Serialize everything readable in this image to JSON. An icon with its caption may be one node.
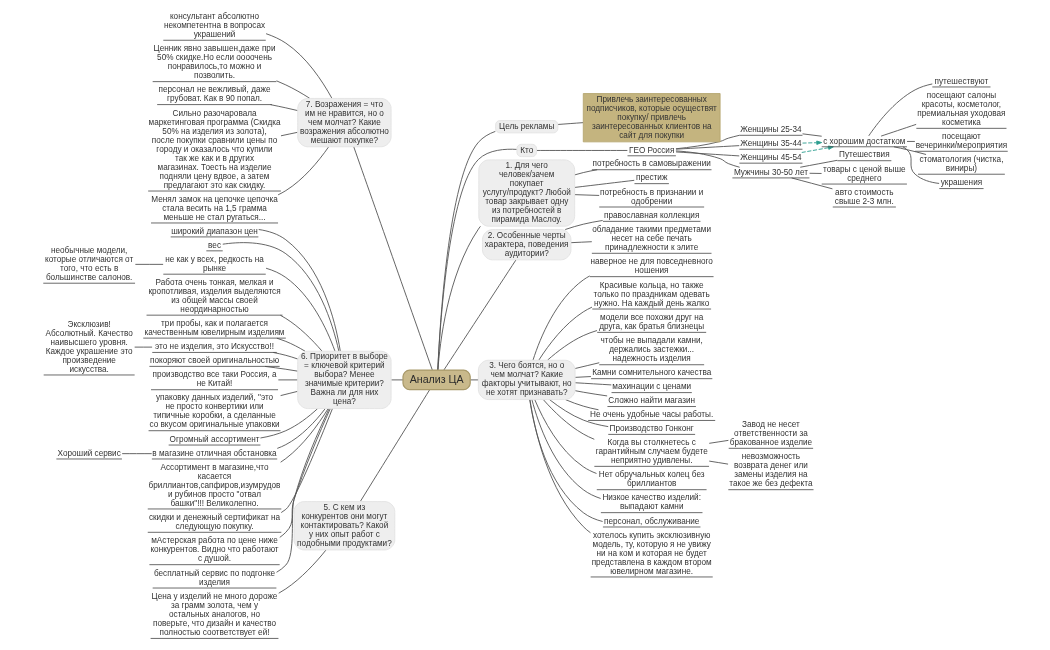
{
  "diagram": {
    "nodes": [
      {
        "text": [
          "Анализ ЦА"
        ]
      },
      {
        "text": [
          "Цель рекламы"
        ]
      },
      {
        "text": [
          "Привлечь заинтересованных подписчиков, которые осуществят покупку/ привлечь заинтересованных клиентов на сайт для покупки"
        ]
      },
      {
        "text": [
          "Кто"
        ]
      },
      {
        "text": [
          "ГЕО Россия"
        ]
      },
      {
        "text": [
          "Женщины 25-34"
        ]
      },
      {
        "text": [
          "с хорошим достатком"
        ]
      },
      {
        "text": [
          "путешествуют"
        ]
      },
      {
        "text": [
          "посещают салоны красоты, косметолог, премиальная уходовая косметика"
        ]
      },
      {
        "text": [
          "посещают вечеринки/мероприятия"
        ]
      },
      {
        "text": [
          "стоматология (чистка, виниры)"
        ]
      },
      {
        "text": [
          "украшения"
        ]
      },
      {
        "text": [
          "Женщины 35-44"
        ]
      },
      {
        "text": [
          "Женщины 45-54"
        ]
      },
      {
        "text": [
          "Мужчины 30-50 лет"
        ]
      },
      {
        "text": [
          "Путешествия"
        ]
      },
      {
        "text": [
          "товары с ценой выше среднего"
        ]
      },
      {
        "text": [
          "авто стоимость свыше 2-3 млн."
        ]
      },
      {
        "text": [
          "1. Для чего человек/зачем покупает услугу/продукт? Любой товар закрывает одну из потребностей в пирамида Маслоу."
        ]
      },
      {
        "text": [
          "потребность в самовыражении"
        ]
      },
      {
        "text": [
          "престиж"
        ]
      },
      {
        "text": [
          "потребность в признании и одобрении"
        ]
      },
      {
        "text": [
          "2. Особенные черты характера, поведения аудитории?"
        ]
      },
      {
        "text": [
          "православная коллекция"
        ]
      },
      {
        "text": [
          "обладание такими предметами несет на себе печать принадлежности к элите"
        ]
      },
      {
        "text": [
          "3. Чего боятся, но о чем молчат? Какие факторы учитывают, но не хотят признавать?"
        ]
      },
      {
        "text": [
          "наверное не для повседневного ношения"
        ]
      },
      {
        "text": [
          "Красивые кольца, но также только по праздникам одевать нужно. На каждый день жалко"
        ]
      },
      {
        "text": [
          "модели все похожи друг на друга, как братья близнецы"
        ]
      },
      {
        "text": [
          "чтобы не выпадали камни, держались застежки... надежность изделия"
        ]
      },
      {
        "text": [
          "Камни сомнительного качества"
        ]
      },
      {
        "text": [
          "махинации с ценами"
        ]
      },
      {
        "text": [
          "Сложно найти магазин"
        ]
      },
      {
        "text": [
          "Не очень удобные часы работы."
        ]
      },
      {
        "text": [
          "Производство Гонконг"
        ]
      },
      {
        "text": [
          "Когда вы столкнетесь с гарантийным случаем будете неприятно удивлены."
        ]
      },
      {
        "text": [
          "Завод не несет ответственности за бракованное изделие"
        ]
      },
      {
        "text": [
          "невозможность возврата денег или замены изделия на такое же без дефекта"
        ]
      },
      {
        "text": [
          "Нет обручальных колец без бриллиантов"
        ]
      },
      {
        "text": [
          "Низкое качество изделий: выпадают камни"
        ]
      },
      {
        "text": [
          "персонал, обслуживание"
        ]
      },
      {
        "text": [
          "хотелось купить эксклюзивную модель, ту, которую я не увижу ни на ком и которая не будет представлена в каждом втором ювелирном магазине."
        ]
      },
      {
        "text": [
          "7. Возражения = что им не нравится, но о чем молчат? Какие возражения абсолютно мешают покупке?"
        ]
      },
      {
        "text": [
          "консультант абсолютно некомпетентна в вопросах украшений"
        ]
      },
      {
        "text": [
          "Ценник явно завышен,даже при 50% скидке.Но если оооочень понравилось,то можно и позволить."
        ]
      },
      {
        "text": [
          "персонал не вежливый, даже грубоват. Как в 90 попал."
        ]
      },
      {
        "text": [
          "Сильно разочаровала маркетинговая программа (Скидка 50% на изделия из золота), после покупки сравнили цены по городу и оказалось что купили так же как и в других магазинах. Тоесть на изделие подняли цену вдвое, а затем предлагают это как скидку."
        ]
      },
      {
        "text": [
          "Менял замок на цепочке цепочка стала весить на 1,5 грамма меньше не стал ругаться..."
        ]
      },
      {
        "text": [
          "6. Приоритет в выборе = ключевой критерий выбора? Менее значимые критерии? Важна ли для них цена?"
        ]
      },
      {
        "text": [
          "широкий диапазон цен"
        ]
      },
      {
        "text": [
          "вес"
        ]
      },
      {
        "text": [
          "не как у всех, редкость на рынке"
        ]
      },
      {
        "text": [
          "необычные модели, которые отличаются от того, что есть в большинстве салонов."
        ]
      },
      {
        "text": [
          "Работа очень тонкая, мелкая и кропотливая, изделия выделяются из общей массы своей неординарностью"
        ]
      },
      {
        "text": [
          "три пробы, как и полагается качественным ювелирным изделиям"
        ]
      },
      {
        "text": [
          "это не изделия, это Искусство!!"
        ]
      },
      {
        "text": [
          "Эксклюзив! Абсолютный. Качество наивысшего уровня. Каждое украшение это произведение искусства."
        ]
      },
      {
        "text": [
          "покоряют своей оригинальностью"
        ]
      },
      {
        "text": [
          "производство все таки Россия, а не Китай!"
        ]
      },
      {
        "text": [
          "упаковку данных изделий, \"это не просто конвертики или типичные коробки, а сделанные со вкусом оригинальные упаковки"
        ]
      },
      {
        "text": [
          "Огромный ассортимент"
        ]
      },
      {
        "text": [
          "в магазине отличная обстановка"
        ]
      },
      {
        "text": [
          "Хороший сервис"
        ]
      },
      {
        "text": [
          "Ассортимент в магазине,что касается бриллиантов,сапфиров,изумрудов и рубинов просто \"отвал башки\"!!! Великолепно."
        ]
      },
      {
        "text": [
          "скидки и денежный сертификат на следующую покупку."
        ]
      },
      {
        "text": [
          "мАстерская работа по цене ниже конкурентов. Видно что работают с душой."
        ]
      },
      {
        "text": [
          "бесплатный сервис по подгонке изделия"
        ]
      },
      {
        "text": [
          "5. С кем из конкурентов они могут контактировать? Какой у них опыт работ с подобными продуктами?"
        ]
      },
      {
        "text": [
          "Цена у изделий не много дороже за грамм золота, чем у остальных аналогов, но поверьте, что дизайн и качество полностью соответствует ей!"
        ]
      }
    ],
    "edges": [
      {
        "from": 0,
        "to": 1,
        "arrow": "none"
      },
      {
        "from": 1,
        "to": 2,
        "arrow": "none"
      },
      {
        "from": 0,
        "to": 3,
        "arrow": "none"
      },
      {
        "from": 3,
        "to": 4,
        "arrow": "none"
      },
      {
        "from": 4,
        "to": 5,
        "arrow": "none"
      },
      {
        "from": 5,
        "to": 6,
        "arrow": "none"
      },
      {
        "from": 6,
        "to": 7,
        "arrow": "none"
      },
      {
        "from": 6,
        "to": 8,
        "arrow": "none"
      },
      {
        "from": 6,
        "to": 9,
        "arrow": "none"
      },
      {
        "from": 6,
        "to": 10,
        "arrow": "none"
      },
      {
        "from": 6,
        "to": 11,
        "arrow": "none"
      },
      {
        "from": 4,
        "to": 12,
        "arrow": "none"
      },
      {
        "from": 4,
        "to": 13,
        "arrow": "none"
      },
      {
        "from": 4,
        "to": 14,
        "arrow": "none"
      },
      {
        "from": 14,
        "to": 15,
        "arrow": "none"
      },
      {
        "from": 14,
        "to": 16,
        "arrow": "none"
      },
      {
        "from": 14,
        "to": 17,
        "arrow": "none"
      },
      {
        "from": 12,
        "to": 6,
        "arrow": "to",
        "style": "dashed",
        "color": "#2a9d8f"
      },
      {
        "from": 13,
        "to": 6,
        "arrow": "to",
        "style": "dashed",
        "color": "#2a9d8f"
      },
      {
        "from": 0,
        "to": 18,
        "arrow": "none"
      },
      {
        "from": 18,
        "to": 19,
        "arrow": "none"
      },
      {
        "from": 18,
        "to": 20,
        "arrow": "none"
      },
      {
        "from": 18,
        "to": 21,
        "arrow": "none"
      },
      {
        "from": 0,
        "to": 22,
        "arrow": "none"
      },
      {
        "from": 22,
        "to": 23,
        "arrow": "none"
      },
      {
        "from": 22,
        "to": 24,
        "arrow": "none"
      },
      {
        "from": 0,
        "to": 25,
        "arrow": "none"
      },
      {
        "from": 25,
        "to": 26,
        "arrow": "none"
      },
      {
        "from": 25,
        "to": 27,
        "arrow": "none"
      },
      {
        "from": 25,
        "to": 28,
        "arrow": "none"
      },
      {
        "from": 25,
        "to": 29,
        "arrow": "none"
      },
      {
        "from": 25,
        "to": 30,
        "arrow": "none"
      },
      {
        "from": 25,
        "to": 31,
        "arrow": "none"
      },
      {
        "from": 25,
        "to": 32,
        "arrow": "none"
      },
      {
        "from": 25,
        "to": 33,
        "arrow": "none"
      },
      {
        "from": 25,
        "to": 34,
        "arrow": "none"
      },
      {
        "from": 25,
        "to": 35,
        "arrow": "none"
      },
      {
        "from": 35,
        "to": 36,
        "arrow": "none"
      },
      {
        "from": 35,
        "to": 37,
        "arrow": "none"
      },
      {
        "from": 25,
        "to": 38,
        "arrow": "none"
      },
      {
        "from": 25,
        "to": 39,
        "arrow": "none"
      },
      {
        "from": 25,
        "to": 40,
        "arrow": "none"
      },
      {
        "from": 25,
        "to": 41,
        "arrow": "none"
      },
      {
        "from": 42,
        "to": 0,
        "arrow": "none"
      },
      {
        "from": 43,
        "to": 42,
        "arrow": "none"
      },
      {
        "from": 44,
        "to": 42,
        "arrow": "none"
      },
      {
        "from": 45,
        "to": 42,
        "arrow": "none"
      },
      {
        "from": 46,
        "to": 42,
        "arrow": "none"
      },
      {
        "from": 47,
        "to": 42,
        "arrow": "none"
      },
      {
        "from": 48,
        "to": 0,
        "arrow": "none"
      },
      {
        "from": 49,
        "to": 48,
        "arrow": "none"
      },
      {
        "from": 50,
        "to": 48,
        "arrow": "none"
      },
      {
        "from": 51,
        "to": 48,
        "arrow": "none"
      },
      {
        "from": 52,
        "to": 51,
        "arrow": "none"
      },
      {
        "from": 53,
        "to": 48,
        "arrow": "none"
      },
      {
        "from": 54,
        "to": 48,
        "arrow": "none"
      },
      {
        "from": 55,
        "to": 48,
        "arrow": "none"
      },
      {
        "from": 56,
        "to": 55,
        "arrow": "none"
      },
      {
        "from": 57,
        "to": 48,
        "arrow": "none"
      },
      {
        "from": 58,
        "to": 48,
        "arrow": "none"
      },
      {
        "from": 59,
        "to": 48,
        "arrow": "none"
      },
      {
        "from": 60,
        "to": 48,
        "arrow": "none"
      },
      {
        "from": 61,
        "to": 48,
        "arrow": "none"
      },
      {
        "from": 62,
        "to": 61,
        "arrow": "none"
      },
      {
        "from": 63,
        "to": 48,
        "arrow": "none"
      },
      {
        "from": 64,
        "to": 48,
        "arrow": "none"
      },
      {
        "from": 65,
        "to": 48,
        "arrow": "none"
      },
      {
        "from": 66,
        "to": 48,
        "arrow": "none"
      },
      {
        "from": 67,
        "to": 0,
        "arrow": "none"
      },
      {
        "from": 68,
        "to": 67,
        "arrow": "none"
      }
    ]
  }
}
